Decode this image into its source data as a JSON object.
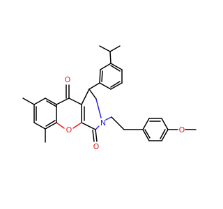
{
  "molecule": {
    "atom_labels": {
      "ketone_oxygen": "O",
      "lactam_oxygen": "O",
      "ring_oxygen": "O",
      "ring_nitrogen": "N",
      "methoxy_oxygen": "O"
    },
    "colors": {
      "bond": "#000000",
      "oxygen": "#e0221f",
      "nitrogen": "#2a2ae0",
      "background": "#ffffff"
    }
  }
}
